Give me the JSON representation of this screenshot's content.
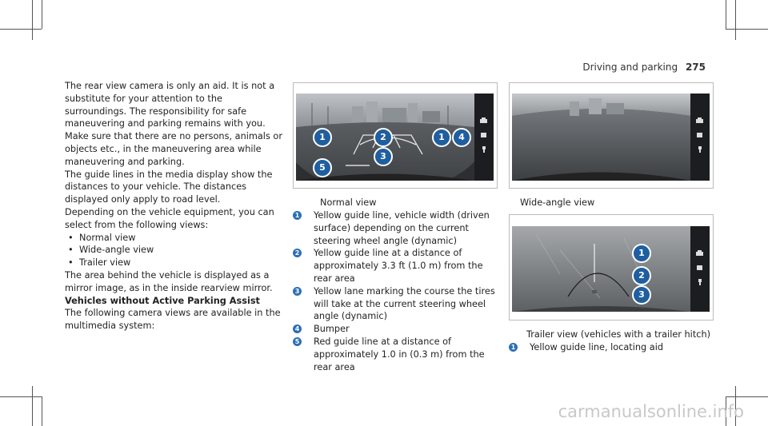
{
  "header": {
    "section": "Driving and parking",
    "page": "275"
  },
  "column1": {
    "p1": "The rear view camera is only an aid. It is not a substitute for your attention to the surroundings. The responsibility for safe maneuvering and parking remains with you. Make sure that there are no persons, animals or objects etc., in the maneuvering area while maneuvering and parking.",
    "p2": "The guide lines in the media display show the distances to your vehicle. The distances displayed only apply to road level.",
    "p3": "Depending on the vehicle equipment, you can select from the following views:",
    "views": [
      "Normal view",
      "Wide-angle view",
      "Trailer view"
    ],
    "p4": "The area behind the vehicle is displayed as a mirror image, as in the inside rearview mirror.",
    "heading": "Vehicles without Active Parking Assist",
    "p5": "The following camera views are available in the multimedia system:"
  },
  "normal": {
    "caption": "Normal view",
    "callouts": [
      "1",
      "2",
      "1",
      "4",
      "3",
      "5"
    ],
    "items": [
      {
        "num": "1",
        "text": "Yellow guide line, vehicle width (driven surface) depending on the current steering wheel angle (dynamic)"
      },
      {
        "num": "2",
        "text": "Yellow guide line at a distance of approximately 3.3 ft (1.0 m) from the rear area"
      },
      {
        "num": "3",
        "text": "Yellow lane marking the course the tires will take at the current steering wheel angle (dynamic)"
      },
      {
        "num": "4",
        "text": "Bumper"
      },
      {
        "num": "5",
        "text": "Red guide line at a distance of approximately 1.0 in (0.3 m) from the rear area"
      }
    ]
  },
  "wide": {
    "caption": "Wide-angle view"
  },
  "trailer": {
    "caption": "Trailer view (vehicles with a trailer hitch)",
    "callouts": [
      "1",
      "2",
      "3"
    ],
    "items": [
      {
        "num": "1",
        "text": "Yellow guide line, locating aid"
      }
    ]
  },
  "watermark": "carmanualsonline.info"
}
